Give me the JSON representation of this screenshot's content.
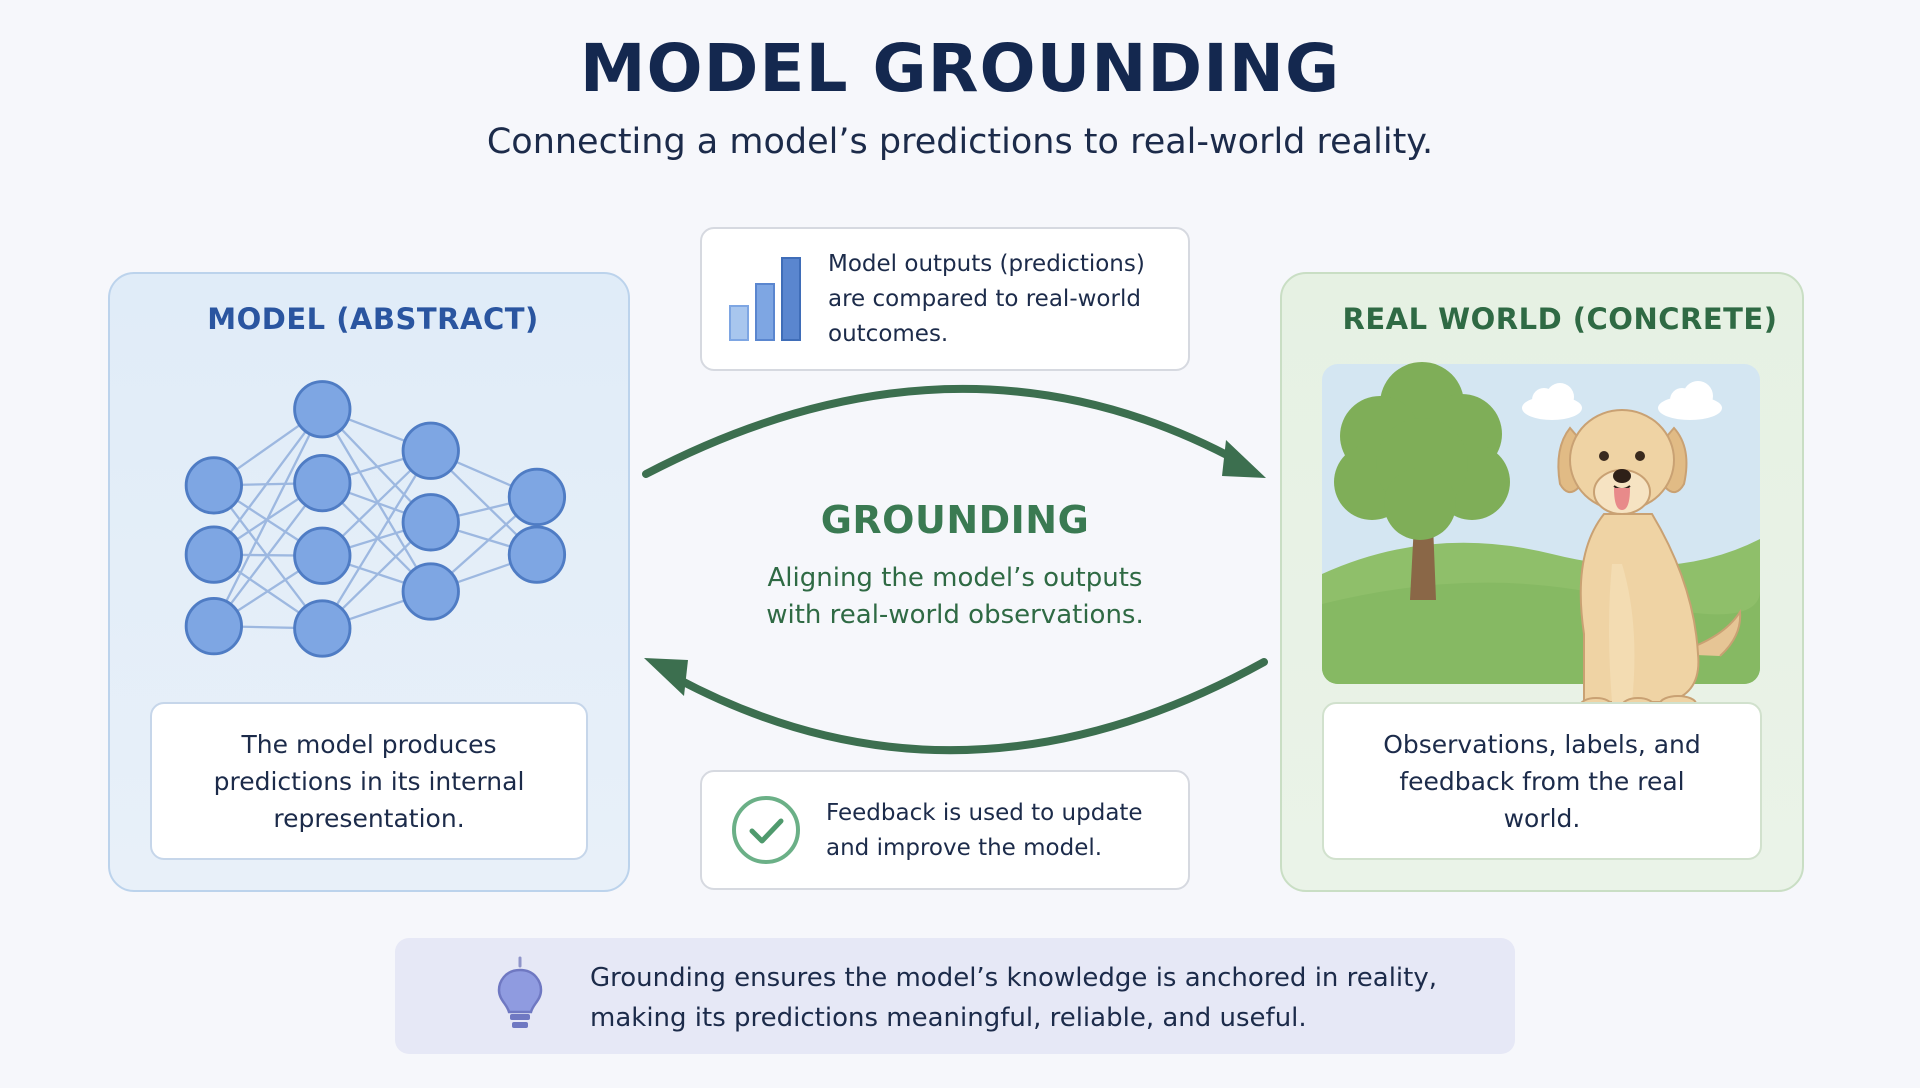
{
  "header": {
    "title": "MODEL GROUNDING",
    "subtitle": "Connecting a model’s predictions to real-world reality."
  },
  "model_panel": {
    "heading": "MODEL (ABSTRACT)",
    "description": "The model produces predictions in its internal representation.",
    "icon": "neural-network-icon"
  },
  "world_panel": {
    "heading": "REAL WORLD (CONCRETE)",
    "description": "Observations, labels, and feedback from the real world.",
    "icon": "dog-tree-landscape-illustration"
  },
  "top_callout": {
    "text": "Model outputs (predictions) are compared to real-world outcomes.",
    "icon": "bar-chart-icon"
  },
  "center": {
    "title": "GROUNDING",
    "description": "Aligning the model’s outputs with real-world observations."
  },
  "bottom_callout": {
    "text": "Feedback is used to update and improve the model.",
    "icon": "check-circle-icon"
  },
  "banner": {
    "text": "Grounding ensures the model’s knowledge is anchored in reality, making its predictions meaningful, reliable, and useful.",
    "icon": "lightbulb-icon"
  },
  "colors": {
    "title": "#14284f",
    "model_blue": "#2a55a0",
    "node_fill": "#7ea6e3",
    "world_green": "#2f6a44",
    "arrow_green": "#3c6f4f",
    "banner_bg": "#e6e8f6"
  }
}
